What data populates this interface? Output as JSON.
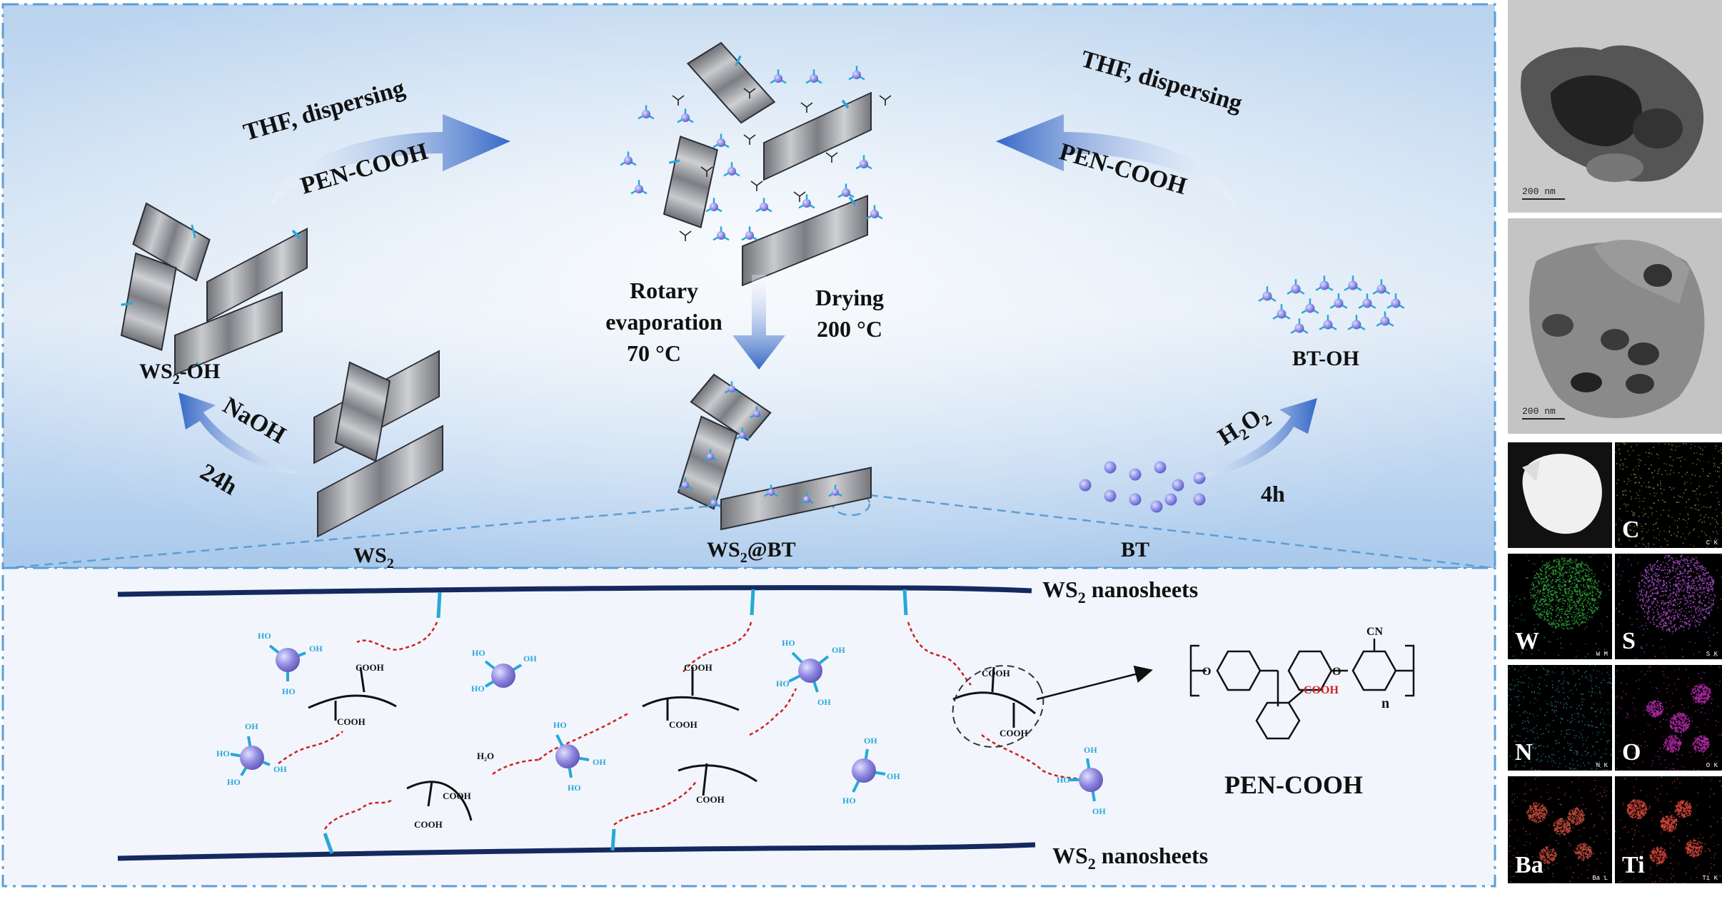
{
  "scheme": {
    "thf_dispersing": "THF, dispersing",
    "pen_cooh": "PEN-COOH",
    "ws2_oh": [
      "WS",
      "2",
      "-OH"
    ],
    "naoh": "NaOH",
    "time_24h": "24h",
    "ws2": [
      "WS",
      "2"
    ],
    "rotary": [
      "Rotary",
      "evaporation",
      "70 °C"
    ],
    "drying": [
      "Drying",
      "200 °C"
    ],
    "ws2_bt": [
      "WS",
      "2",
      "@BT"
    ],
    "bt_oh": "BT-OH",
    "h2o2": [
      "H",
      "2",
      "O",
      "2"
    ],
    "time_4h": "4h",
    "bt": "BT"
  },
  "detail": {
    "nanosheet_label": [
      "WS",
      "2",
      " nanosheets"
    ],
    "oh": "OH",
    "ho": "HO",
    "cooh": "COOH",
    "h2o": "H₂O",
    "structure_title": "PEN-COOH",
    "cn": "CN",
    "n": "n",
    "o": "O",
    "cooh_red": "COOH"
  },
  "micrographs": {
    "tem_scale": "200 nm",
    "eds_scale": "200 nm",
    "labels": [
      "C",
      "W",
      "S",
      "N",
      "O",
      "Ba",
      "Ti"
    ],
    "corner_tags": [
      "C K",
      "W M",
      "S K",
      "N K",
      "O K",
      "Ba L",
      "Ti K"
    ],
    "colors": {
      "C": "#a59b44",
      "W": "#2fa53a",
      "S": "#a24dc2",
      "N": "#2d8ea0",
      "O": "#b22aa8",
      "Ba": "#c0493a",
      "Ti": "#d7463a"
    }
  },
  "colors": {
    "frame": "#5d9ed4",
    "arrow": "#3a6fc8",
    "sheet": "#8a8c90",
    "particle": "#8a8ce8",
    "hydroxyl": "#28a8d8",
    "ester": "#d02020",
    "nanosheet": "#14295e"
  }
}
